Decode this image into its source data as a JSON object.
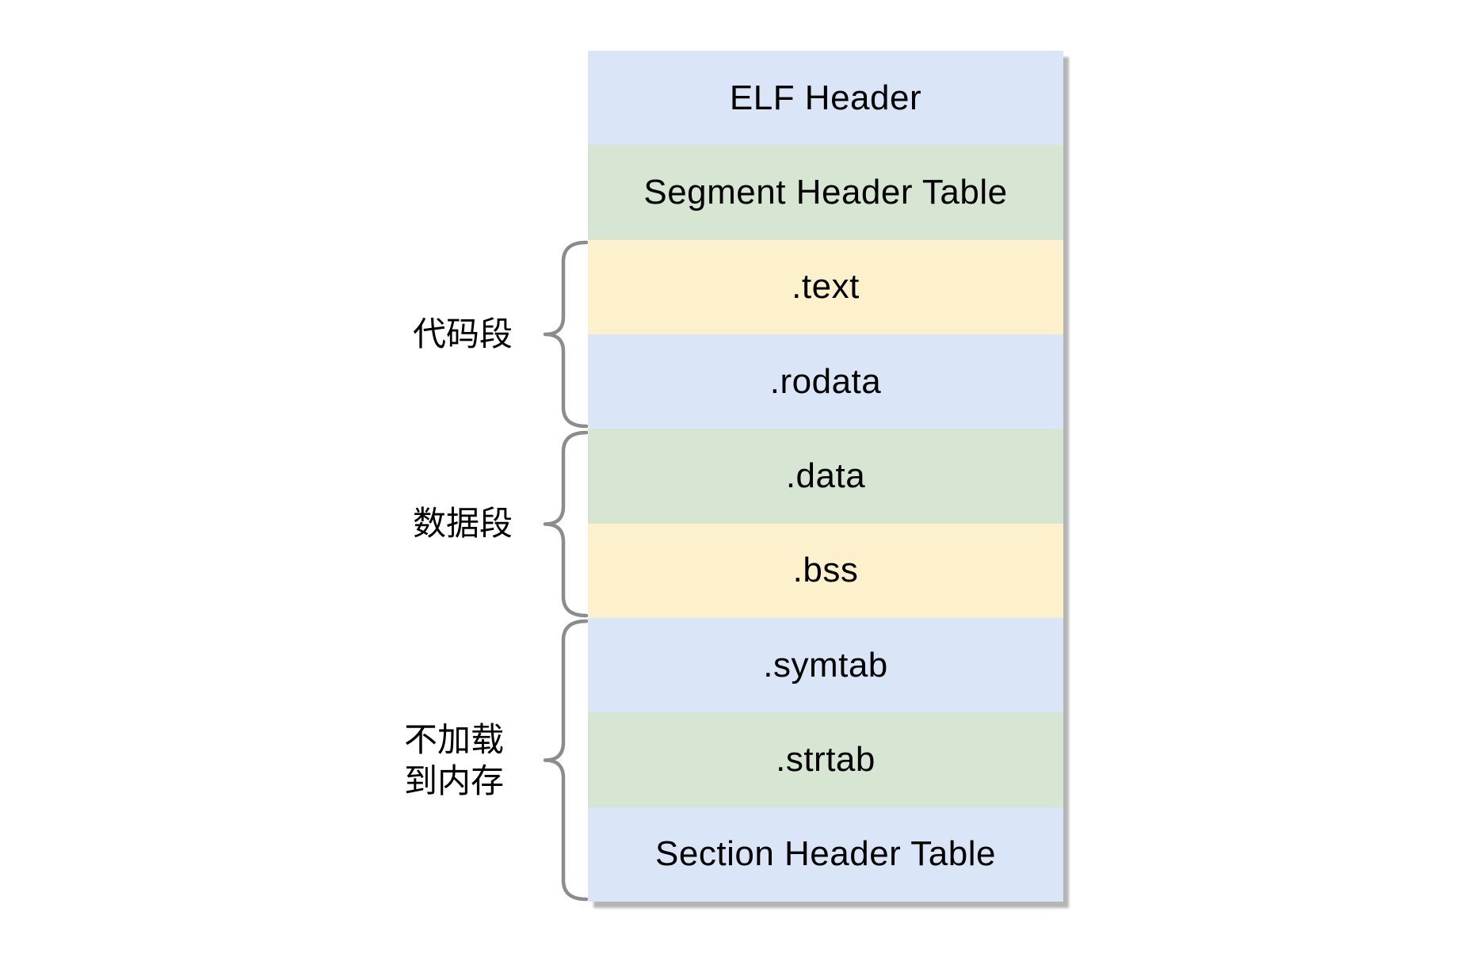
{
  "diagram": {
    "title_implicit": "ELF file layout",
    "background_color": "#ffffff",
    "text_color": "#000000",
    "brace_color": "#8c8c8c",
    "shadow_color": "#b3b3b3",
    "palette": {
      "blue": "#dae6f7",
      "green": "#d6e6d3",
      "yellow": "#fcf0cd"
    },
    "rows": [
      {
        "label": "ELF Header",
        "color": "#dae6f7"
      },
      {
        "label": "Segment Header Table",
        "color": "#d6e6d3"
      },
      {
        "label": ".text",
        "color": "#fcf0cd"
      },
      {
        "label": ".rodata",
        "color": "#dae6f7"
      },
      {
        "label": ".data",
        "color": "#d6e6d3"
      },
      {
        "label": ".bss",
        "color": "#fcf0cd"
      },
      {
        "label": ".symtab",
        "color": "#dae6f7"
      },
      {
        "label": ".strtab",
        "color": "#d6e6d3"
      },
      {
        "label": "Section Header Table",
        "color": "#dae6f7"
      }
    ],
    "groups": [
      {
        "lines": [
          "代码段"
        ],
        "covers": [
          ".text",
          ".rodata"
        ]
      },
      {
        "lines": [
          "数据段"
        ],
        "covers": [
          ".data",
          ".bss"
        ]
      },
      {
        "lines": [
          "不加载",
          "到内存"
        ],
        "covers": [
          ".symtab",
          ".strtab",
          "Section Header Table"
        ]
      }
    ]
  }
}
